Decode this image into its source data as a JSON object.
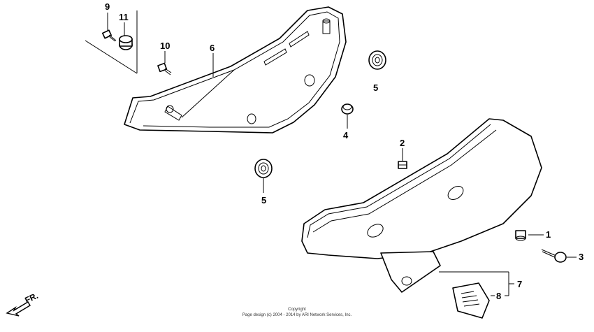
{
  "callouts": {
    "c1": "1",
    "c2": "2",
    "c3": "3",
    "c4": "4",
    "c5a": "5",
    "c5b": "5",
    "c6": "6",
    "c7": "7",
    "c8": "8",
    "c9": "9",
    "c10": "10",
    "c11": "11"
  },
  "direction_label": "FR.",
  "footer": {
    "line1": "Copyright",
    "line2": "Page design (c) 2004 - 2014 by ARI Network Services, Inc."
  }
}
